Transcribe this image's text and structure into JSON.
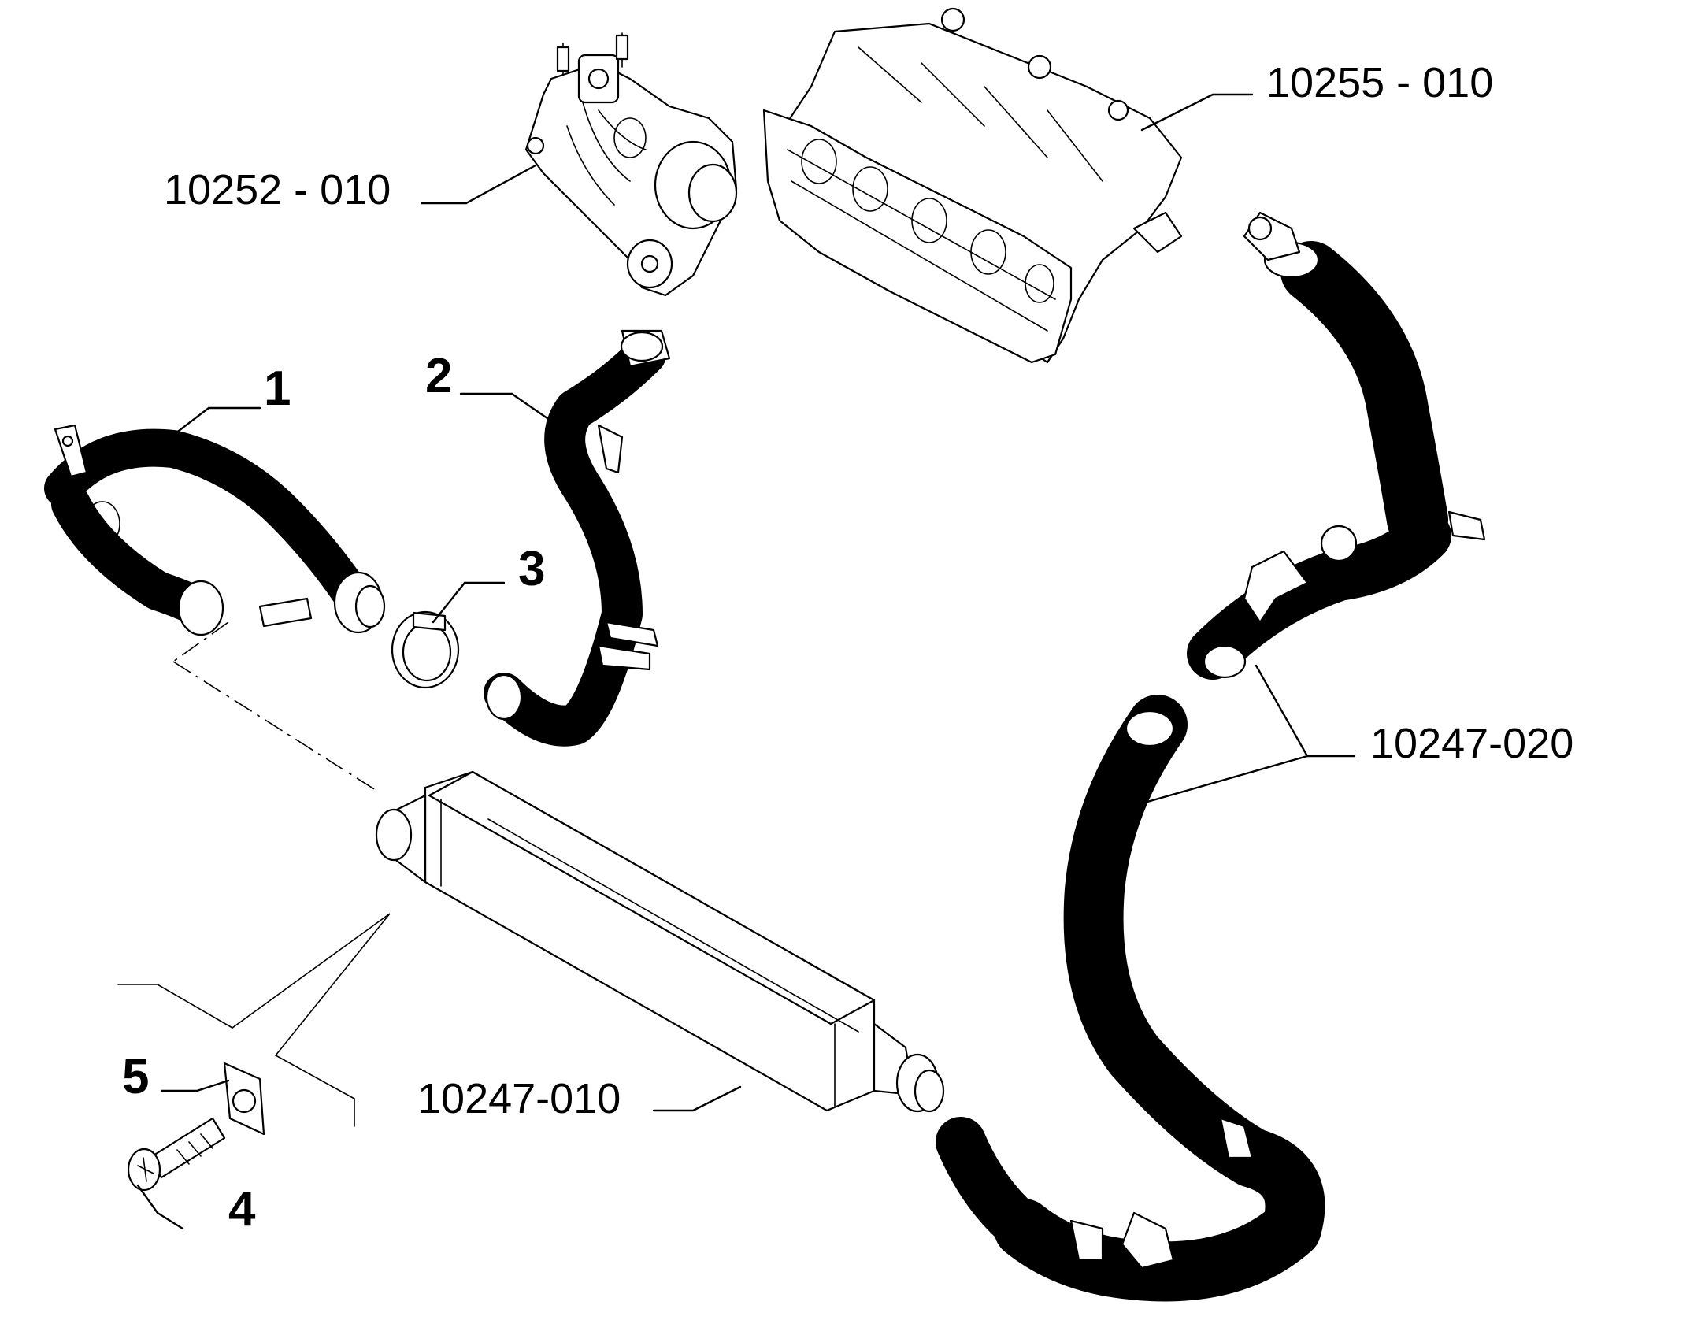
{
  "diagram": {
    "callouts": [
      {
        "id": "c1",
        "text": "1"
      },
      {
        "id": "c2",
        "text": "2"
      },
      {
        "id": "c3",
        "text": "3"
      },
      {
        "id": "c4",
        "text": "4"
      },
      {
        "id": "c5",
        "text": "5"
      },
      {
        "id": "c10252",
        "text": "10252 - 010"
      },
      {
        "id": "c10255",
        "text": "10255 - 010"
      },
      {
        "id": "c10247-020",
        "text": "10247-020"
      },
      {
        "id": "c10247-010",
        "text": "10247-010"
      }
    ],
    "colors": {
      "line": "#000000",
      "background": "#ffffff"
    }
  }
}
